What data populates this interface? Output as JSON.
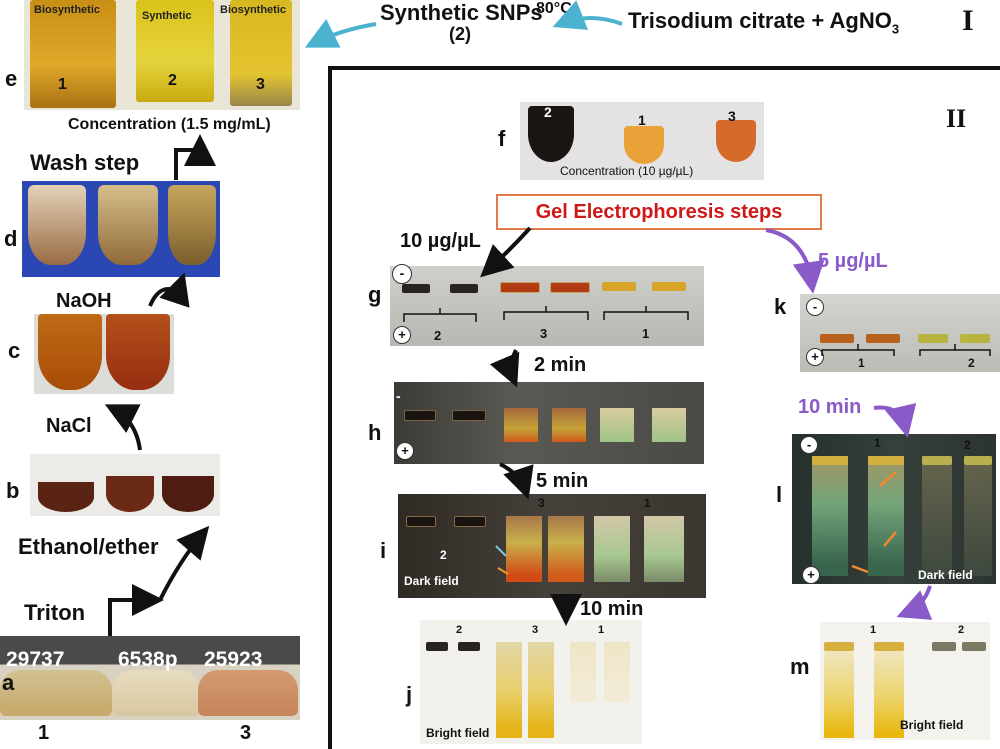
{
  "section_I": "I",
  "section_II": "II",
  "top": {
    "reagents": "Trisodium citrate + AgNO",
    "reagents_sub": "3",
    "temperature": "80°C",
    "product_line1": "Synthetic SNPs",
    "product_line2": "(2)"
  },
  "panel_labels": {
    "a": "a",
    "b": "b",
    "c": "c",
    "d": "d",
    "e": "e",
    "f": "f",
    "g": "g",
    "h": "h",
    "i": "i",
    "j": "j",
    "k": "k",
    "l": "l",
    "m": "m"
  },
  "panel_e": {
    "vial_labels": [
      "Biosynthetic",
      "Synthetic",
      "Biosynthetic"
    ],
    "vial_numbers": [
      "1",
      "2",
      "3"
    ],
    "concentration": "Concentration (1.5 mg/mL)"
  },
  "steps": {
    "wash": "Wash step",
    "naoh": "NaOH",
    "nacl": "NaCl",
    "ethanol": "Ethanol/ether",
    "triton": "Triton"
  },
  "panel_a": {
    "strains": [
      "29737",
      "6538p",
      "25923"
    ],
    "flask_numbers": [
      "1",
      "3"
    ]
  },
  "panel_f": {
    "tube_numbers": [
      "2",
      "1",
      "3"
    ],
    "concentration": "Concentration (10 µg/µL)"
  },
  "gel": {
    "title": "Gel Electrophoresis steps",
    "conc_left": "10 µg/µL",
    "conc_right": "5 µg/µL",
    "minus": "-",
    "plus": "+",
    "g_groups": [
      "2",
      "3",
      "1"
    ],
    "t2": "2 min",
    "t5": "5 min",
    "t10": "10 min",
    "i_groups": [
      "2",
      "3",
      "1"
    ],
    "dark_field": "Dark field",
    "j_groups": [
      "2",
      "3",
      "1"
    ],
    "bright_field": "Bright field",
    "k_groups": [
      "1",
      "2"
    ],
    "t10_right": "10 min",
    "l_groups": [
      "1",
      "2"
    ],
    "m_groups": [
      "1",
      "2"
    ]
  },
  "colors": {
    "arrow_cyan": "#4bb3cf",
    "arrow_purple": "#8a5ac8",
    "gel_title_red": "#d01818",
    "gel_title_border": "#e07a4a"
  }
}
